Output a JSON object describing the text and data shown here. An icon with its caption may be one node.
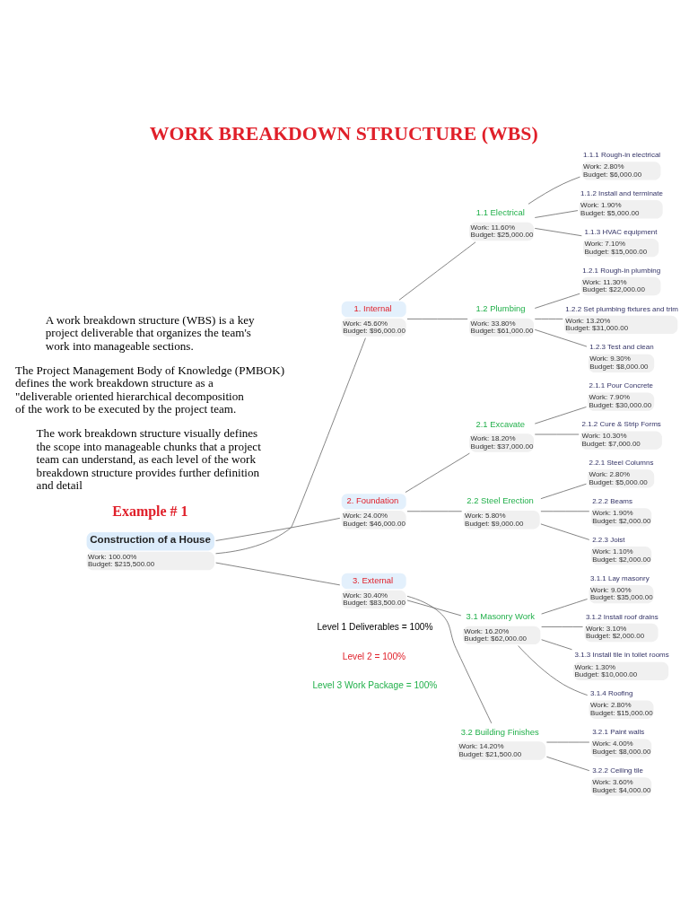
{
  "diagram": {
    "title": "WORK BREAKDOWN STRUCTURE (WBS)",
    "nodes": [
      {
        "text": [
          "Construction of a House",
          "Work: 100.00%",
          "Budget: $215,500.00"
        ]
      },
      {
        "text": [
          "1. Internal",
          "Work: 45.60%",
          "Budget: $96,000.00"
        ]
      },
      {
        "text": [
          "1.1 Electrical",
          "Work: 11.60%",
          "Budget: $25,000.00"
        ]
      },
      {
        "text": [
          "1.1.1 Rough-in electrical",
          "Work: 2.80%",
          "Budget: $6,000.00"
        ]
      },
      {
        "text": [
          "1.1.2 Install and terminate",
          "Work: 1.90%",
          "Budget: $5,000.00"
        ]
      },
      {
        "text": [
          "1.1.3 HVAC equipment",
          "Work: 7.10%",
          "Budget: $15,000.00"
        ]
      },
      {
        "text": [
          "1.2 Plumbing",
          "Work: 33.80%",
          "Budget: $61,000.00"
        ]
      },
      {
        "text": [
          "1.2.1 Rough-in plumbing",
          "Work: 11.30%",
          "Budget: $22,000.00"
        ]
      },
      {
        "text": [
          "1.2.2 Set plumbing fixtures and trim",
          "Work: 13.20%",
          "Budget: $31,000.00"
        ]
      },
      {
        "text": [
          "1.2.3 Test and clean",
          "Work: 9.30%",
          "Budget: $8,000.00"
        ]
      },
      {
        "text": [
          "2. Foundation",
          "Work: 24.00%",
          "Budget: $46,000.00"
        ]
      },
      {
        "text": [
          "2.1 Excavate",
          "Work: 18.20%",
          "Budget: $37,000.00"
        ]
      },
      {
        "text": [
          "2.1.1 Pour Concrete",
          "Work: 7.90%",
          "Budget: $30,000.00"
        ]
      },
      {
        "text": [
          "2.1.2 Cure & Strip Forms",
          "Work: 10.30%",
          "Budget: $7,000.00"
        ]
      },
      {
        "text": [
          "2.2 Steel Erection",
          "Work: 5.80%",
          "Budget: $9,000.00"
        ]
      },
      {
        "text": [
          "2.2.1 Steel Columns",
          "Work: 2.80%",
          "Budget: $5,000.00"
        ]
      },
      {
        "text": [
          "2.2.2 Beams",
          "Work: 1.90%",
          "Budget: $2,000.00"
        ]
      },
      {
        "text": [
          "2.2.3 Joist",
          "Work: 1.10%",
          "Budget: $2,000.00"
        ]
      },
      {
        "text": [
          "3. External",
          "Work: 30.40%",
          "Budget: $83,500.00"
        ]
      },
      {
        "text": [
          "3.1 Masonry Work",
          "Work: 16.20%",
          "Budget: $62,000.00"
        ]
      },
      {
        "text": [
          "3.1.1 Lay masonry",
          "Work: 9.00%",
          "Budget: $35,000.00"
        ]
      },
      {
        "text": [
          "3.1.2 Install roof drains",
          "Work: 3.10%",
          "Budget: $2,000.00"
        ]
      },
      {
        "text": [
          "3.1.3 Install tile in toilet rooms",
          "Work: 1.30%",
          "Budget: $10,000.00"
        ]
      },
      {
        "text": [
          "3.1.4 Roofing",
          "Work: 2.80%",
          "Budget: $15,000.00"
        ]
      },
      {
        "text": [
          "3.2 Building Finishes",
          "Work: 14.20%",
          "Budget: $21,500.00"
        ]
      },
      {
        "text": [
          "3.2.1 Paint walls",
          "Work: 4.00%",
          "Budget: $8,000.00"
        ]
      },
      {
        "text": [
          "3.2.2 Ceiling tile",
          "Work: 3.60%",
          "Budget: $4,000.00"
        ]
      }
    ],
    "edges": [
      {
        "from": 0,
        "to": 1,
        "arrow": "none"
      },
      {
        "from": 0,
        "to": 10,
        "arrow": "none"
      },
      {
        "from": 0,
        "to": 18,
        "arrow": "none"
      },
      {
        "from": 1,
        "to": 2,
        "arrow": "none"
      },
      {
        "from": 2,
        "to": 3,
        "arrow": "none"
      },
      {
        "from": 2,
        "to": 4,
        "arrow": "none"
      },
      {
        "from": 2,
        "to": 5,
        "arrow": "none"
      },
      {
        "from": 1,
        "to": 6,
        "arrow": "none"
      },
      {
        "from": 6,
        "to": 7,
        "arrow": "none"
      },
      {
        "from": 6,
        "to": 8,
        "arrow": "none"
      },
      {
        "from": 6,
        "to": 9,
        "arrow": "none"
      },
      {
        "from": 10,
        "to": 11,
        "arrow": "none"
      },
      {
        "from": 11,
        "to": 12,
        "arrow": "none"
      },
      {
        "from": 11,
        "to": 13,
        "arrow": "none"
      },
      {
        "from": 10,
        "to": 14,
        "arrow": "none"
      },
      {
        "from": 14,
        "to": 15,
        "arrow": "none"
      },
      {
        "from": 14,
        "to": 16,
        "arrow": "none"
      },
      {
        "from": 14,
        "to": 17,
        "arrow": "none"
      },
      {
        "from": 18,
        "to": 19,
        "arrow": "none"
      },
      {
        "from": 19,
        "to": 20,
        "arrow": "none"
      },
      {
        "from": 19,
        "to": 21,
        "arrow": "none"
      },
      {
        "from": 19,
        "to": 22,
        "arrow": "none"
      },
      {
        "from": 19,
        "to": 23,
        "arrow": "none"
      },
      {
        "from": 18,
        "to": 24,
        "arrow": "none"
      },
      {
        "from": 24,
        "to": 25,
        "arrow": "none"
      },
      {
        "from": 24,
        "to": 26,
        "arrow": "none"
      }
    ],
    "labels": [
      "A work breakdown structure (WBS) is a key project deliverable that organizes the team's work into manageable sections.",
      "The Project Management Body of Knowledge (PMBOK) defines the work breakdown structure as a \"deliverable oriented hierarchical decomposition of the work to be executed by the project team.",
      "The work breakdown structure visually defines the scope into manageable chunks that a project team can understand, as each level of the work breakdown structure provides further definition and detail",
      "Example # 1",
      "Level 1 Deliverables = 100%",
      "Level 2 = 100%",
      "Level 3 Work Package = 100%"
    ]
  }
}
